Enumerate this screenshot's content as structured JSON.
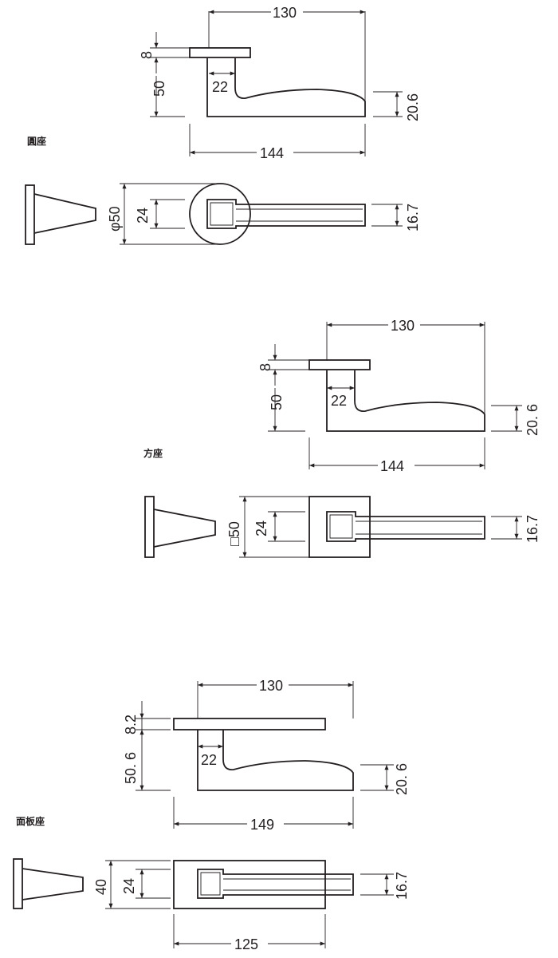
{
  "sections": [
    {
      "caption": "圓座",
      "side": {
        "width": "130",
        "rose_thickness": "8",
        "height": "50",
        "neck": "22",
        "end_height": "20.6",
        "length": "144"
      },
      "top": {
        "rose_size": "φ50",
        "neck_height": "24",
        "end_height": "16.7"
      }
    },
    {
      "caption": "方座",
      "side": {
        "width": "130",
        "rose_thickness": "8",
        "height": "50",
        "neck": "22",
        "end_height": "20. 6",
        "length": "144"
      },
      "top": {
        "rose_size": "□50",
        "neck_height": "24",
        "end_height": "16.7"
      }
    },
    {
      "caption": "面板座",
      "side": {
        "width": "130",
        "rose_thickness": "8.2",
        "height": "50. 6",
        "neck": "22",
        "end_height": "20. 6",
        "length": "149"
      },
      "top": {
        "plate_height": "40",
        "neck_height": "24",
        "end_height": "16.7",
        "plate_width": "125"
      }
    }
  ],
  "colors": {
    "line": "#231f20",
    "background": "#ffffff"
  }
}
